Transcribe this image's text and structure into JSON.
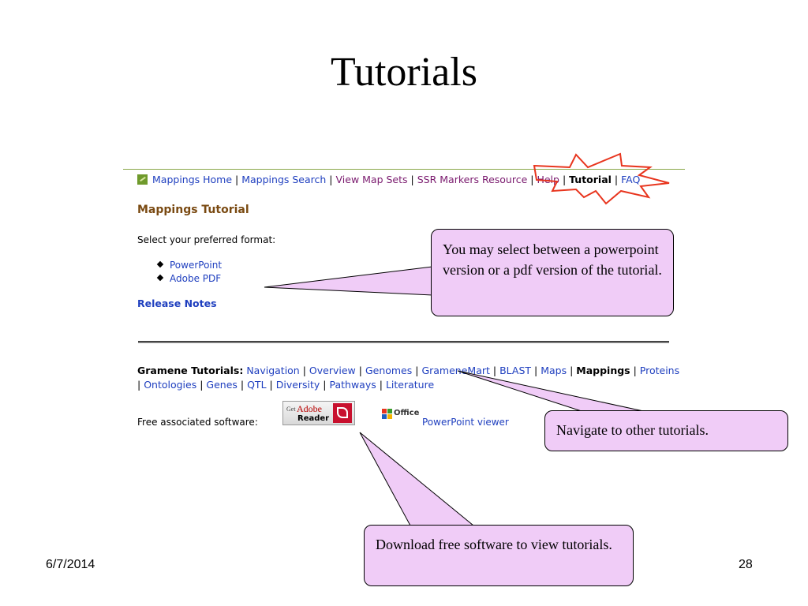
{
  "slide": {
    "title": "Tutorials",
    "date": "6/7/2014",
    "page_number": "28"
  },
  "nav": {
    "items": [
      {
        "label": "Mappings Home",
        "style": "link"
      },
      {
        "label": "Mappings Search",
        "style": "link"
      },
      {
        "label": "View Map Sets",
        "style": "visited"
      },
      {
        "label": "SSR Markers Resource",
        "style": "visited"
      },
      {
        "label": "Help",
        "style": "link"
      },
      {
        "label": "Tutorial",
        "style": "bold"
      },
      {
        "label": "FAQ",
        "style": "link"
      }
    ],
    "separator": "|"
  },
  "tutorial_page": {
    "heading": "Mappings Tutorial",
    "select_format": "Select your preferred format:",
    "formats": [
      "PowerPoint",
      "Adobe PDF"
    ],
    "release_notes": "Release Notes"
  },
  "gramene": {
    "label": "Gramene Tutorials:",
    "links_line1": [
      "Navigation",
      "Overview",
      "Genomes",
      "GrameneMart",
      "BLAST",
      "Maps",
      "Mappings",
      "Proteins"
    ],
    "links_line2": [
      "Ontologies",
      "Genes",
      "QTL",
      "Diversity",
      "Pathways",
      "Literature"
    ],
    "current": "Mappings"
  },
  "software": {
    "label": "Free associated software:",
    "adobe_get": "Get",
    "adobe_brand": "Adobe",
    "adobe_reader": "Reader",
    "office_label": "Office",
    "powerpoint_viewer": "PowerPoint viewer"
  },
  "callouts": {
    "format": "You may select between a powerpoint version or a pdf version of the tutorial.",
    "navigate": "Navigate to other tutorials.",
    "download": "Download free software to view tutorials."
  },
  "colors": {
    "callout_fill": "#f0ccf7",
    "link": "#1f3fbf",
    "visited": "#7a1a6e",
    "heading": "#7a4a12",
    "starburst": "#e8351e"
  }
}
